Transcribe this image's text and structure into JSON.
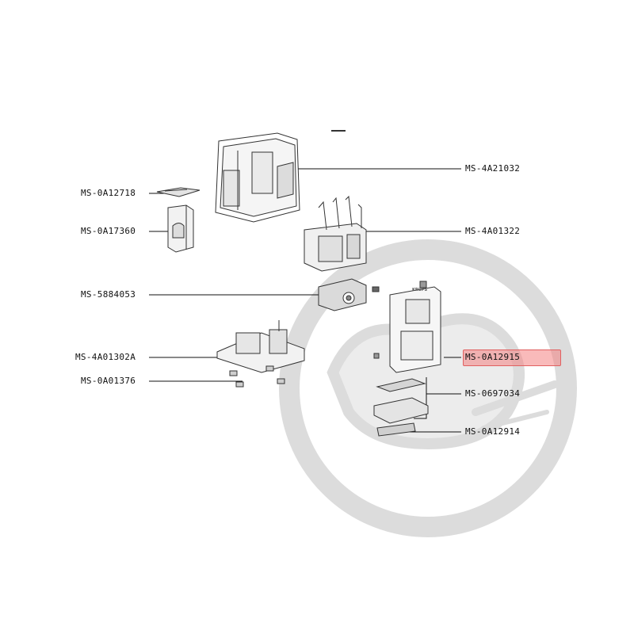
{
  "parts": [
    {
      "ref": "MS-4A21032",
      "side": "right"
    },
    {
      "ref": "MS-0A12718",
      "side": "left"
    },
    {
      "ref": "MS-0A17360",
      "side": "left"
    },
    {
      "ref": "MS-4A01322",
      "side": "right"
    },
    {
      "ref": "MS-5884053",
      "side": "left"
    },
    {
      "ref": "MS-4A01302A",
      "side": "left"
    },
    {
      "ref": "MS-0A12915",
      "side": "right",
      "highlighted": true
    },
    {
      "ref": "MS-0A01376",
      "side": "left"
    },
    {
      "ref": "MS-0697034",
      "side": "right"
    },
    {
      "ref": "MS-0A12914",
      "side": "right"
    }
  ],
  "panel_brand": "KRUPS",
  "colors": {
    "line": "#111111",
    "drawing": "#333333",
    "highlight_fill": "#f7a3a3",
    "highlight_stroke": "#e06060",
    "watermark": "#d8d8d8"
  }
}
